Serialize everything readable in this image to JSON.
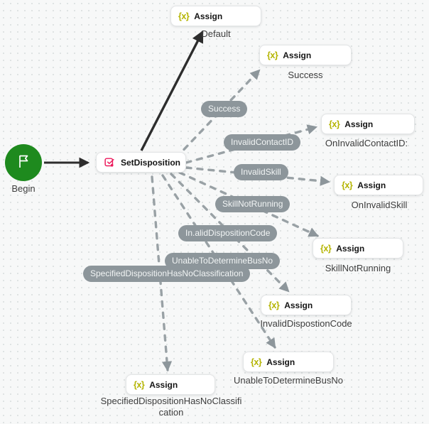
{
  "colors": {
    "canvas_bg": "#f7f8f8",
    "grid_dot": "#dfe3e3",
    "begin_green": "#1e8a1e",
    "assign_icon_yellow": "#b4b400",
    "set_disposition_icon_pink": "#ec1a5c",
    "solid_arrow": "#2d2d2d",
    "dashed_arrow": "#99a1a5",
    "branch_pill_bg": "#8d969b",
    "node_bg": "#ffffff"
  },
  "begin": {
    "label": "Begin"
  },
  "set_disposition": {
    "title": "SetDisposition"
  },
  "assign_icon_glyph": "{x}",
  "assign_nodes": [
    {
      "title": "Assign",
      "caption": "Default"
    },
    {
      "title": "Assign",
      "caption": "Success"
    },
    {
      "title": "Assign",
      "caption": "OnInvalidContactID:"
    },
    {
      "title": "Assign",
      "caption": "OnInvalidSkill"
    },
    {
      "title": "Assign",
      "caption": "SkillNotRunning"
    },
    {
      "title": "Assign",
      "caption": "InvalidDispostionCode"
    },
    {
      "title": "Assign",
      "caption": "UnableToDetermineBusNo"
    },
    {
      "title": "Assign",
      "caption": "SpecifiedDispositionHasNoClassification"
    }
  ],
  "branch_labels": [
    {
      "label": "Success"
    },
    {
      "label": "InvalidContactID"
    },
    {
      "label": "InvalidSkill"
    },
    {
      "label": "SkillNotRunning"
    },
    {
      "label": "In.alidDispositionCode"
    },
    {
      "label": "UnableToDetermineBusNo"
    },
    {
      "label": "SpecifiedDispositionHasNoClassification"
    }
  ]
}
